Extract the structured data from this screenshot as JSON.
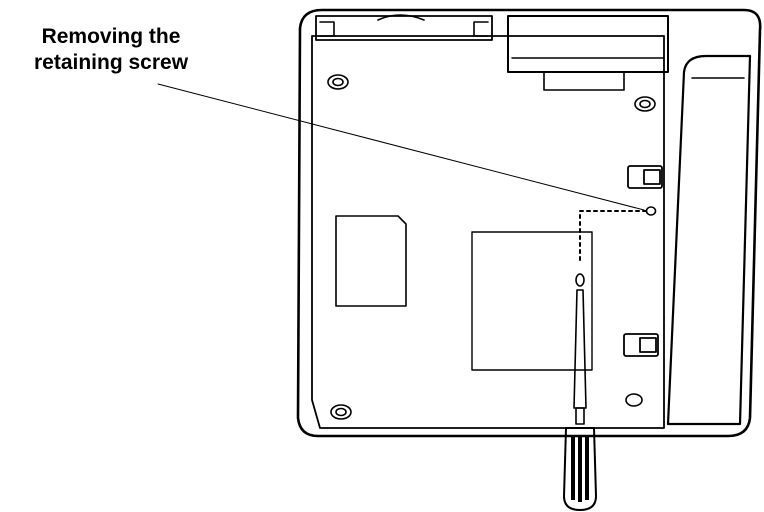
{
  "callout": {
    "line1": "Removing the",
    "line2": "retaining screw"
  },
  "icons": [
    "device-underside",
    "retaining-screw-hole",
    "screwdriver-icon"
  ],
  "colors": {
    "line": "#000000",
    "background": "#ffffff",
    "handle_fill": "#000000"
  }
}
